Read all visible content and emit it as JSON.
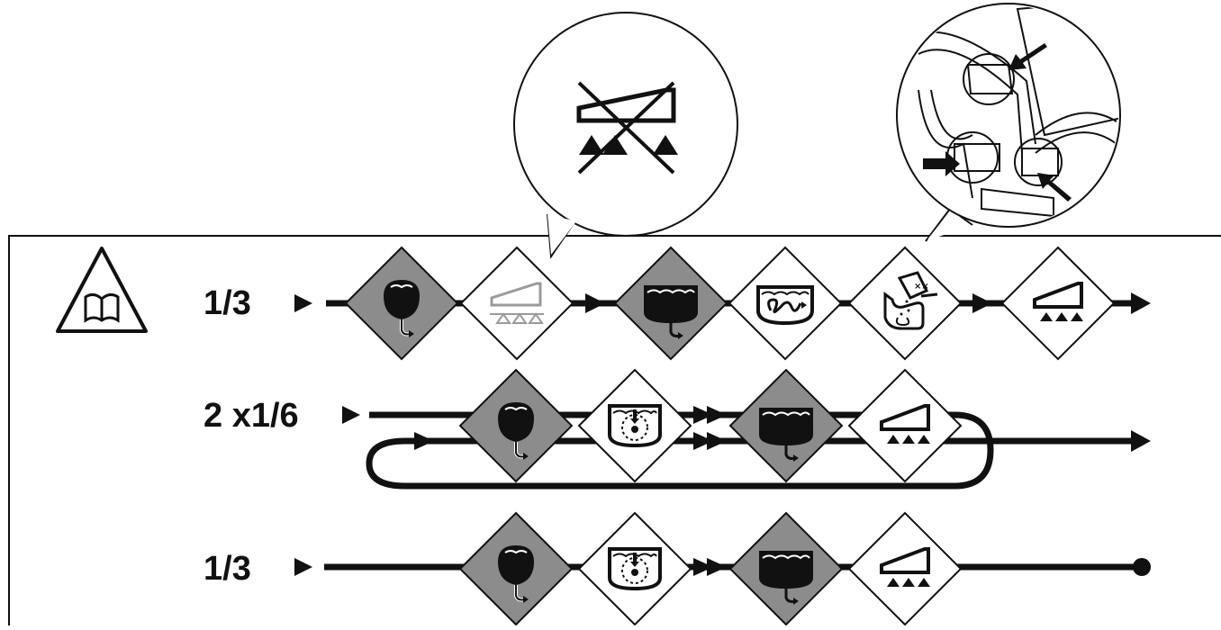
{
  "rows": [
    {
      "label": "1/3"
    },
    {
      "label": "2 x1/6"
    },
    {
      "label": "1/3"
    }
  ],
  "colors": {
    "ink": "#111111",
    "step_dark": "#8c8c8c",
    "step_light": "#ffffff",
    "faded_icon": "#9a9a9a"
  }
}
